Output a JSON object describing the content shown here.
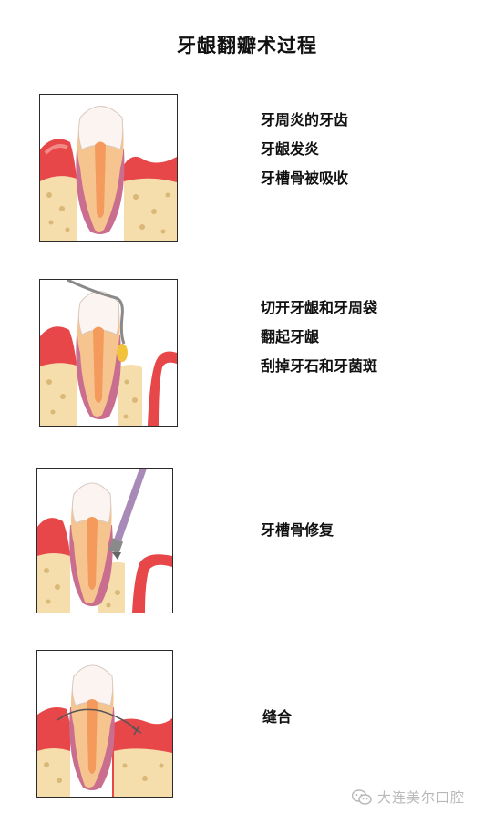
{
  "title": "牙龈翻瓣术过程",
  "steps": [
    {
      "lines": [
        "牙周炎的牙齿",
        "牙龈发炎",
        "牙槽骨被吸收"
      ]
    },
    {
      "lines": [
        "切开牙龈和牙周袋",
        "翻起牙龈",
        "刮掉牙石和牙菌斑"
      ]
    },
    {
      "lines": [
        "牙槽骨修复"
      ]
    },
    {
      "lines": [
        "缝合"
      ]
    }
  ],
  "watermark": {
    "text": "大连美尔口腔",
    "icon": "wechat-icon"
  },
  "colors": {
    "gum": "#e8474a",
    "gum_light": "#f28a86",
    "bone": "#f5deab",
    "enamel": "#fbf4f0",
    "dentin": "#f6c48f",
    "pulp": "#f39a5c",
    "root_membrane": "#c96e8f",
    "tartar": "#f2c23a",
    "instrument": "#a78ab8"
  }
}
